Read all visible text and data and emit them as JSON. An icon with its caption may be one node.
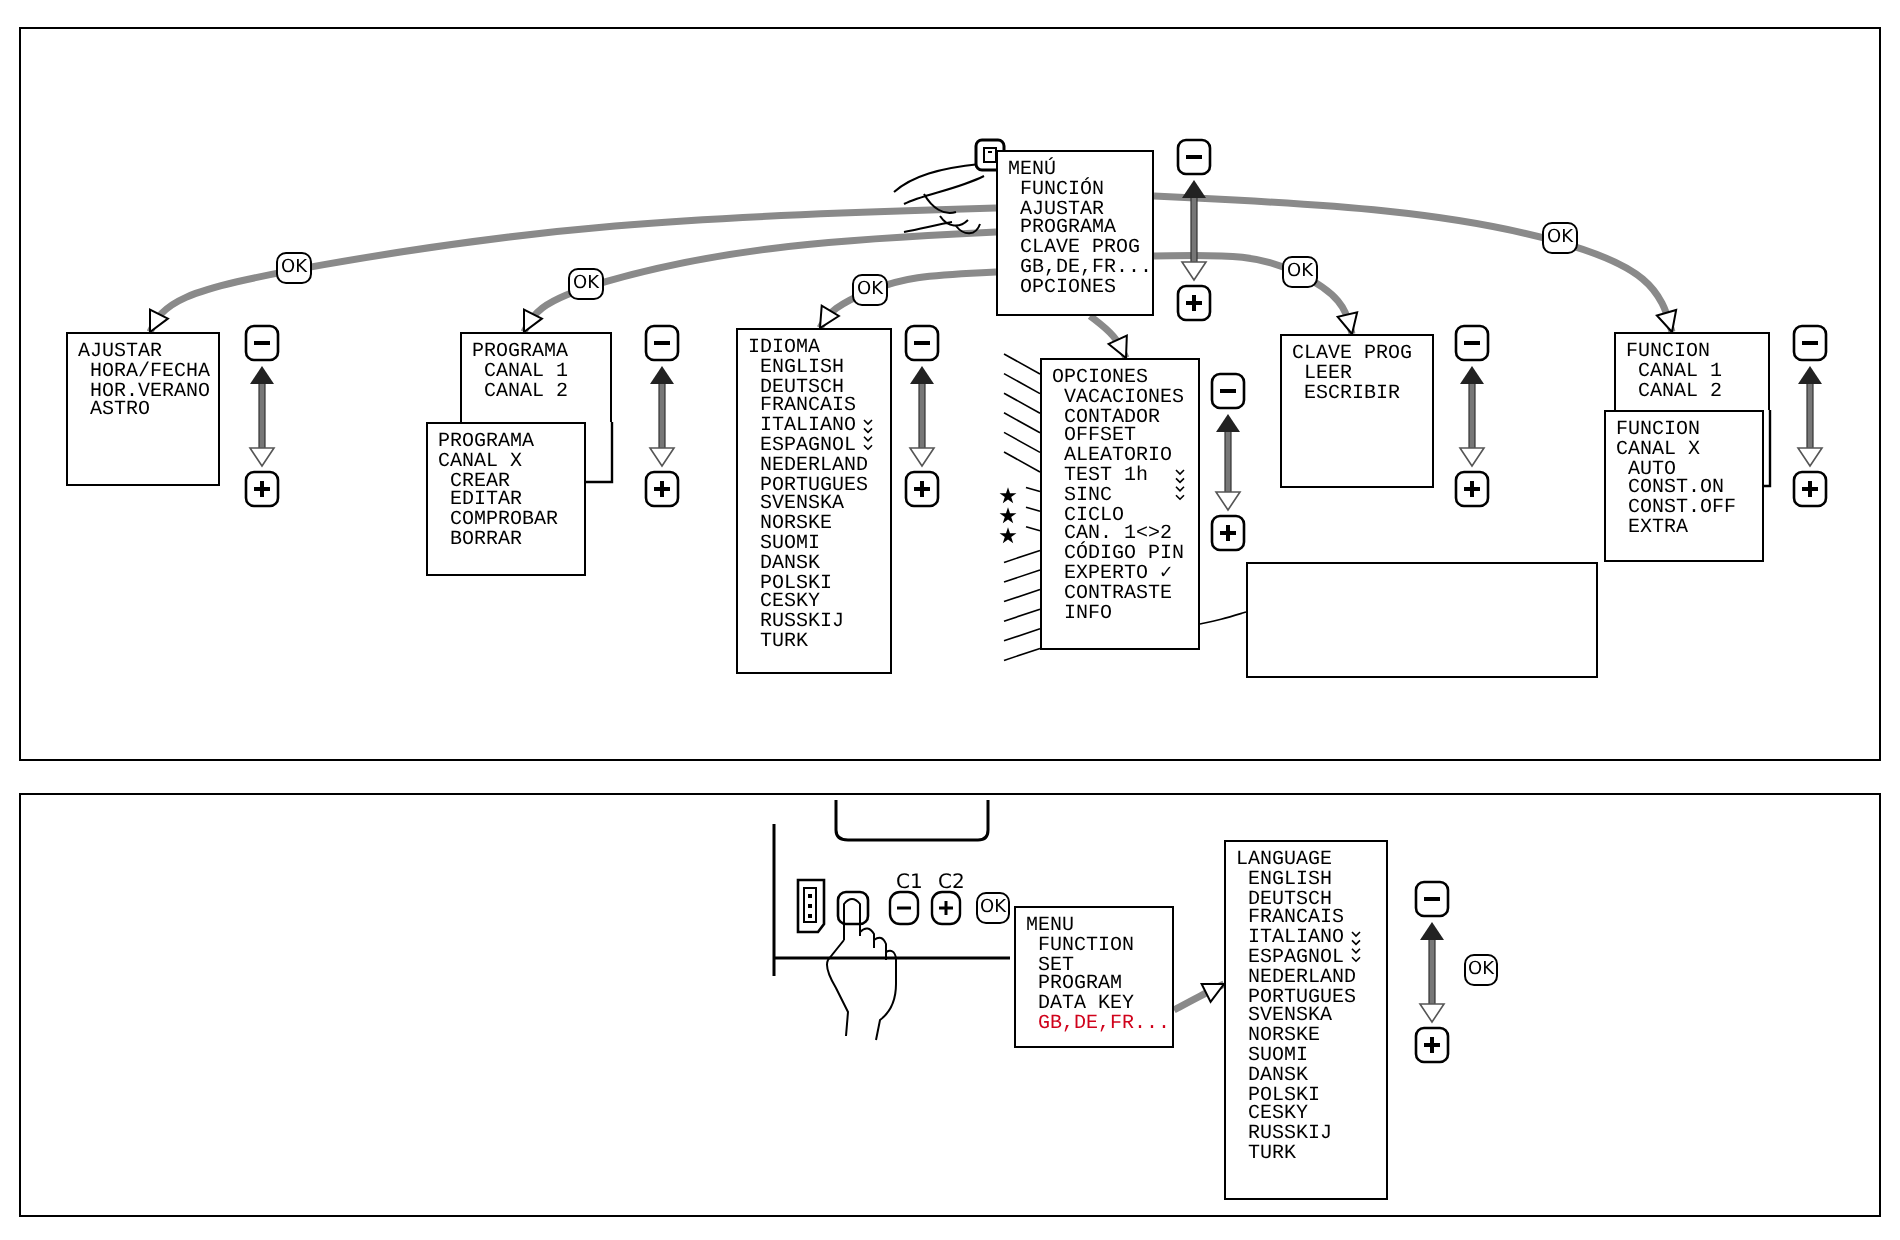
{
  "diagram": {
    "nodes": [
      {
        "text": [
          "MENÚ",
          "FUNCIÓN",
          "AJUSTAR",
          "PROGRAMA",
          "CLAVE PROG",
          "GB,DE,FR...",
          "OPCIONES"
        ]
      },
      {
        "text": [
          "AJUSTAR",
          "HORA/FECHA",
          "HOR.VERANO",
          "ASTRO"
        ]
      },
      {
        "text": [
          "PROGRAMA",
          "CANAL 1",
          "CANAL 2"
        ]
      },
      {
        "text": [
          "PROGRAMA",
          "CANAL X",
          "CREAR",
          "EDITAR",
          "COMPROBAR",
          "BORRAR"
        ]
      },
      {
        "text": [
          "IDIOMA",
          "ENGLISH",
          "DEUTSCH",
          "FRANCAIS",
          "ITALIANO",
          "ESPAGNOL",
          "NEDERLAND",
          "PORTUGUES",
          "SVENSKA",
          "NORSKE",
          "SUOMI",
          "DANSK",
          "POLSKI",
          "CESKY",
          "RUSSKIJ",
          "TURK"
        ]
      },
      {
        "text": [
          "OPCIONES",
          "VACACIONES",
          "CONTADOR",
          "OFFSET",
          "ALEATORIO",
          "TEST 1h",
          "SINC",
          "CICLO",
          "CAN. 1<>2",
          "CÓDIGO PIN",
          "EXPERTO ✓",
          "CONTRASTE",
          "INFO"
        ]
      },
      {
        "text": [
          "CLAVE PROG",
          "LEER",
          "ESCRIBIR"
        ]
      },
      {
        "text": [
          "FUNCION",
          "CANAL 1",
          "CANAL 2"
        ]
      },
      {
        "text": [
          "FUNCION",
          "CANAL X",
          "AUTO",
          "CONST.ON",
          "CONST.OFF",
          "EXTRA"
        ]
      },
      {
        "text": [],
        "shape": "box"
      },
      {
        "text": [
          "MENU",
          "FUNCTION",
          "SET",
          "PROGRAM",
          "DATA KEY",
          "GB,DE,FR..."
        ]
      },
      {
        "text": [
          "LANGUAGE",
          "ENGLISH",
          "DEUTSCH",
          "FRANCAIS",
          "ITALIANO",
          "ESPAGNOL",
          "NEDERLAND",
          "PORTUGUES",
          "SVENSKA",
          "NORSKE",
          "SUOMI",
          "DANSK",
          "POLSKI",
          "CESKY",
          "RUSSKIJ",
          "TURK"
        ]
      }
    ],
    "edges": [
      {
        "from": 0,
        "to": 1,
        "arrow": "to",
        "label": "OK",
        "style": "thick",
        "color": "#8a8a8a"
      },
      {
        "from": 0,
        "to": 2,
        "arrow": "to",
        "label": "OK",
        "style": "thick",
        "color": "#8a8a8a"
      },
      {
        "from": 0,
        "to": 4,
        "arrow": "to",
        "label": "OK",
        "style": "thick",
        "color": "#8a8a8a"
      },
      {
        "from": 0,
        "to": 5,
        "arrow": "to",
        "style": "thick",
        "color": "#8a8a8a"
      },
      {
        "from": 0,
        "to": 6,
        "arrow": "to",
        "label": "OK",
        "style": "thick",
        "color": "#8a8a8a"
      },
      {
        "from": 0,
        "to": 7,
        "arrow": "to",
        "label": "OK",
        "style": "thick",
        "color": "#8a8a8a"
      },
      {
        "from": 5,
        "to": 9,
        "arrow": "none"
      },
      {
        "from": 10,
        "to": 11,
        "arrow": "to",
        "style": "thick",
        "color": "#8a8a8a"
      },
      {
        "from": null,
        "to": 5,
        "arrow": "none",
        "color": "#000000"
      },
      {
        "from": null,
        "to": 5,
        "arrow": "none",
        "color": "#000000"
      },
      {
        "from": null,
        "to": 5,
        "arrow": "none",
        "color": "#000000"
      },
      {
        "from": null,
        "to": 5,
        "arrow": "none",
        "color": "#000000"
      },
      {
        "from": null,
        "to": 5,
        "arrow": "none",
        "color": "#000000"
      },
      {
        "from": null,
        "to": 5,
        "arrow": "none",
        "color": "#000000"
      },
      {
        "from": null,
        "to": 5,
        "arrow": "none",
        "color": "#000000"
      },
      {
        "from": null,
        "to": 5,
        "arrow": "none",
        "color": "#000000"
      },
      {
        "from": null,
        "to": 5,
        "arrow": "none",
        "color": "#000000"
      },
      {
        "from": null,
        "to": 5,
        "arrow": "none",
        "color": "#000000"
      },
      {
        "from": null,
        "to": 5,
        "arrow": "none",
        "color": "#000000"
      },
      {
        "from": null,
        "to": 5,
        "arrow": "none",
        "color": "#000000"
      },
      {
        "from": null,
        "to": 5,
        "arrow": "none",
        "color": "#000000"
      },
      {
        "from": null,
        "to": 5,
        "arrow": "none",
        "color": "#000000"
      },
      {
        "from": null,
        "to": 5,
        "arrow": "none",
        "color": "#000000"
      }
    ],
    "labels": [
      "C1",
      "C2",
      "OK",
      "OK"
    ]
  }
}
